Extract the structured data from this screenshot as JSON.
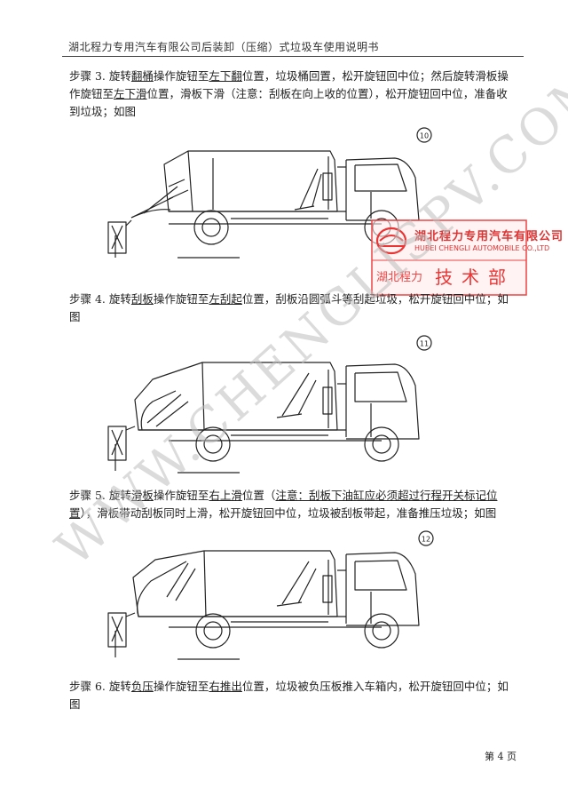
{
  "header": {
    "title": "湖北程力专用汽车有限公司后装卸（压缩）式垃圾车使用说明书"
  },
  "steps": [
    {
      "segments": [
        {
          "t": "步骤 3. 旋转",
          "u": false
        },
        {
          "t": "翻桶",
          "u": true
        },
        {
          "t": "操作旋钮至",
          "u": false
        },
        {
          "t": "左下翻",
          "u": true
        },
        {
          "t": "位置，垃圾桶回置，松开旋钮回中位；然后旋转滑板操作旋钮至",
          "u": false
        },
        {
          "t": "左下滑",
          "u": true
        },
        {
          "t": "位置，滑板下滑（注意：刮板在向上收的位置），松开旋钮回中位，准备收到垃圾；如图",
          "u": false
        }
      ]
    },
    {
      "segments": [
        {
          "t": "步骤 4. 旋转",
          "u": false
        },
        {
          "t": "刮板",
          "u": true
        },
        {
          "t": "操作旋钮至",
          "u": false
        },
        {
          "t": "左刮起",
          "u": true
        },
        {
          "t": "位置，刮板沿圆弧斗等刮起垃圾，松开旋钮回中位；如图",
          "u": false
        }
      ]
    },
    {
      "segments": [
        {
          "t": "步骤 5. 旋转",
          "u": false
        },
        {
          "t": "滑板",
          "u": true
        },
        {
          "t": "操作旋钮至",
          "u": false
        },
        {
          "t": "右上滑",
          "u": true
        },
        {
          "t": "位置（",
          "u": false
        },
        {
          "t": "注意：刮板下油缸应必须超过行程开关标记位置",
          "u": true
        },
        {
          "t": "），滑板带动刮板同时上滑，松开旋钮回中位，垃圾被刮板带起，准备推压垃圾；如图",
          "u": false
        }
      ]
    },
    {
      "segments": [
        {
          "t": "步骤 6. 旋转",
          "u": false
        },
        {
          "t": "负压",
          "u": true
        },
        {
          "t": "操作旋钮至",
          "u": false
        },
        {
          "t": "右推出",
          "u": true
        },
        {
          "t": "位置，垃圾被负压板推入车箱内，松开旋钮回中位；如图",
          "u": false
        }
      ]
    }
  ],
  "figures": [
    {
      "label": "10"
    },
    {
      "label": "11"
    },
    {
      "label": "12"
    }
  ],
  "stamp": {
    "company_cn": "湖北程力专用汽车有限公司",
    "company_en": "HUBEI CHENGLI AUTOMOBILE CO.,LTD",
    "brand": "湖北程力",
    "dept": "技术部"
  },
  "watermark": "WWW.CHENGLISPV.COM",
  "footer": {
    "page": "第 4 页"
  }
}
